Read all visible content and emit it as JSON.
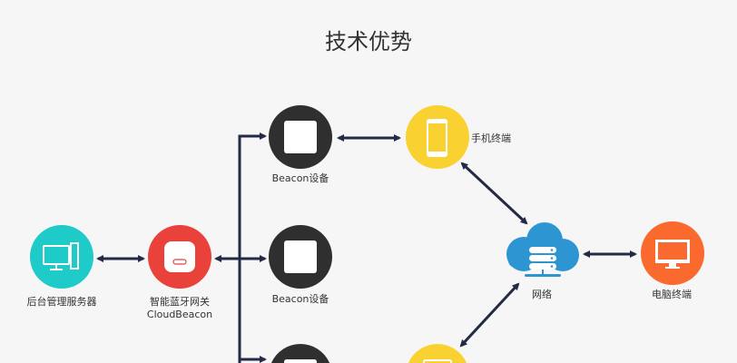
{
  "title": "技术优势",
  "nodes": {
    "server": {
      "label": "后台管理服务器",
      "color": "#1ecbc9"
    },
    "gateway": {
      "label": "智能蓝牙网关",
      "sublabel": "CloudBeacon",
      "color": "#e8423a"
    },
    "beacon_top": {
      "label": "Beacon设备",
      "color": "#2f2f2f"
    },
    "beacon_mid": {
      "label": "Beacon设备",
      "color": "#2f2f2f"
    },
    "phone": {
      "label": "手机终端",
      "color": "#f9d231"
    },
    "network": {
      "label": "网络",
      "color": "#2e95d3"
    },
    "computer": {
      "label": "电脑终端",
      "color": "#fa6a2e"
    }
  },
  "line_color": "#232a45"
}
